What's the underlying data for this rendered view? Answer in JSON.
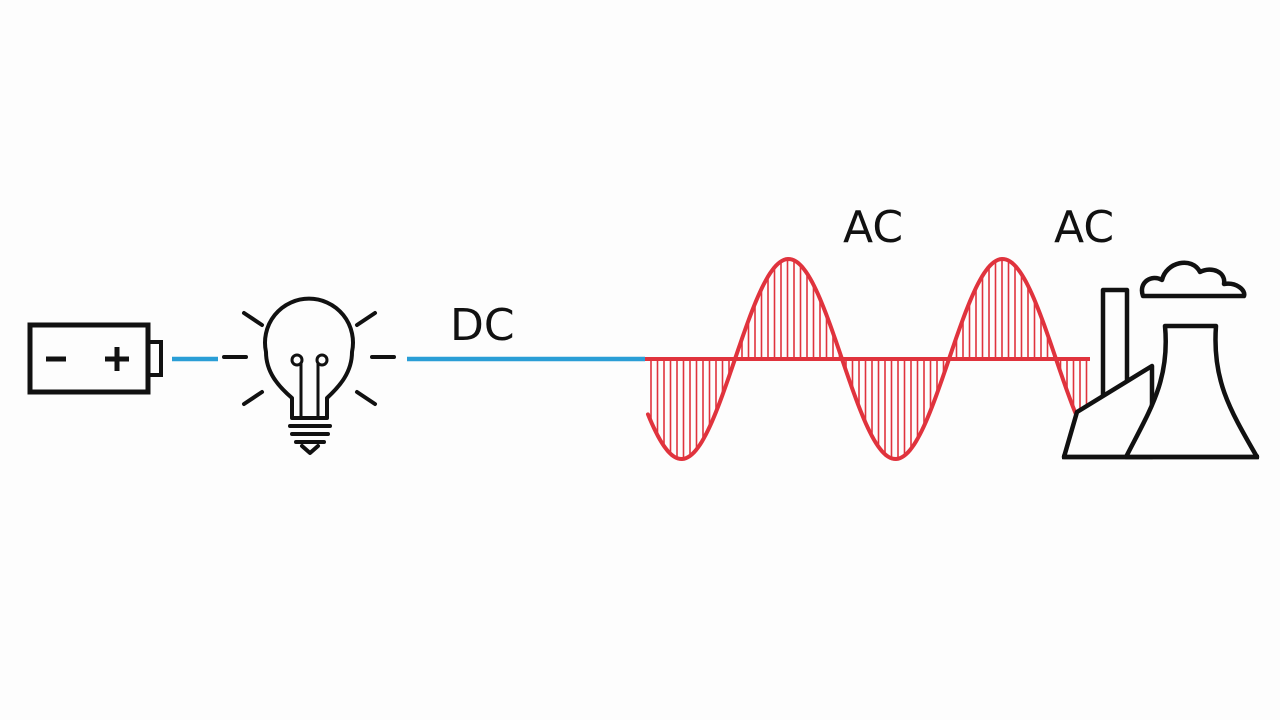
{
  "labels": {
    "dc": "DC",
    "ac_wave": "AC",
    "ac_plant": "AC"
  },
  "colors": {
    "dc": "#2a9ed6",
    "ac": "#e0333d",
    "ink": "#111111",
    "background": "#fdfdfd"
  },
  "icons": {
    "battery": "battery-icon",
    "bulb": "light-bulb-icon",
    "plant": "power-plant-icon"
  }
}
